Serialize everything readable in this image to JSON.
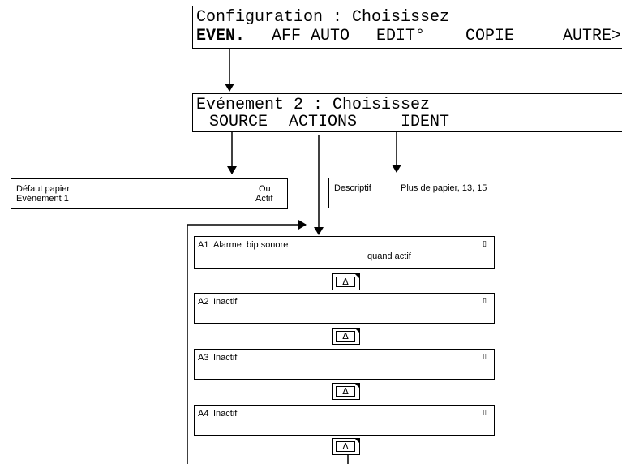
{
  "config_screen": {
    "title": "Configuration : Choisissez",
    "menu": [
      "EVEN.",
      "AFF_AUTO",
      "EDIT°",
      "COPIE",
      "AUTRE>"
    ]
  },
  "event_screen": {
    "title": "Evénement 2 : Choisissez",
    "menu": [
      "SOURCE",
      "ACTIONS",
      "IDENT"
    ]
  },
  "source_panel": {
    "rows": [
      {
        "label": "Défaut papier",
        "value": "Ou"
      },
      {
        "label": "Evénement 1",
        "value": "Actif"
      }
    ]
  },
  "ident_panel": {
    "label": "Descriptif",
    "value": "Plus de papier, 13, 15"
  },
  "actions": [
    {
      "id": "A1",
      "text": "Alarme  bip sonore",
      "detail": "quand actif"
    },
    {
      "id": "A2",
      "text": "Inactif",
      "detail": ""
    },
    {
      "id": "A3",
      "text": "Inactif",
      "detail": ""
    },
    {
      "id": "A4",
      "text": "Inactif",
      "detail": ""
    }
  ],
  "key_symbol": "Δ",
  "corner_icon_symbol": "▯"
}
